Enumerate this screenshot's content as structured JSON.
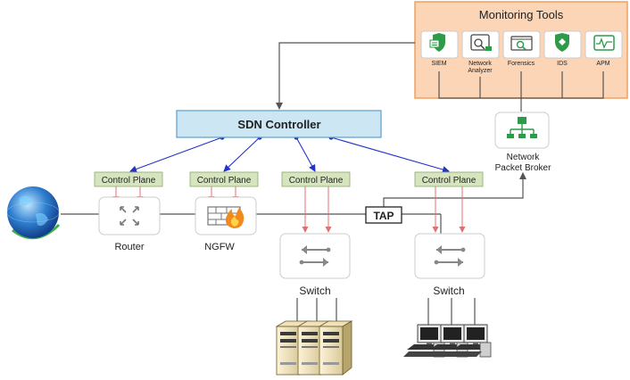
{
  "monitoring": {
    "title": "Monitoring Tools",
    "tools": [
      {
        "label": "SIEM",
        "icon": "siem-shield-icon"
      },
      {
        "label": "Network Analyzer",
        "label_lines": [
          "Network",
          "Analyzer"
        ],
        "icon": "network-analyzer-icon"
      },
      {
        "label": "Forensics",
        "icon": "forensics-search-icon"
      },
      {
        "label": "IDS",
        "icon": "ids-shield-icon"
      },
      {
        "label": "APM",
        "icon": "apm-monitor-icon"
      }
    ]
  },
  "sdn_controller": {
    "label": "SDN Controller"
  },
  "control_plane": {
    "label": "Control Plane"
  },
  "packet_broker": {
    "label": "Network Packet Broker",
    "label_lines": [
      "Network",
      "Packet Broker"
    ],
    "icon": "packet-broker-icon"
  },
  "tap": {
    "label": "TAP"
  },
  "router": {
    "label": "Router",
    "icon": "router-icon"
  },
  "ngfw": {
    "label": "NGFW",
    "icon": "firewall-icon"
  },
  "switches": [
    {
      "label": "Switch",
      "icon": "switch-icon"
    },
    {
      "label": "Switch",
      "icon": "switch-icon"
    }
  ],
  "internet": {
    "icon": "globe-icon"
  },
  "servers": {
    "icon": "server-icon"
  },
  "workstations": {
    "icon": "workstation-icon"
  },
  "colors": {
    "monitoring_bg": "#fbd5b5",
    "monitoring_border": "#f0a060",
    "sdn_bg": "#cde6f4",
    "sdn_border": "#5aa0c8",
    "control_plane_bg": "#d6e5bd",
    "blue_link": "#2233cc",
    "red_link": "#e07070",
    "gray_link": "#555555"
  }
}
